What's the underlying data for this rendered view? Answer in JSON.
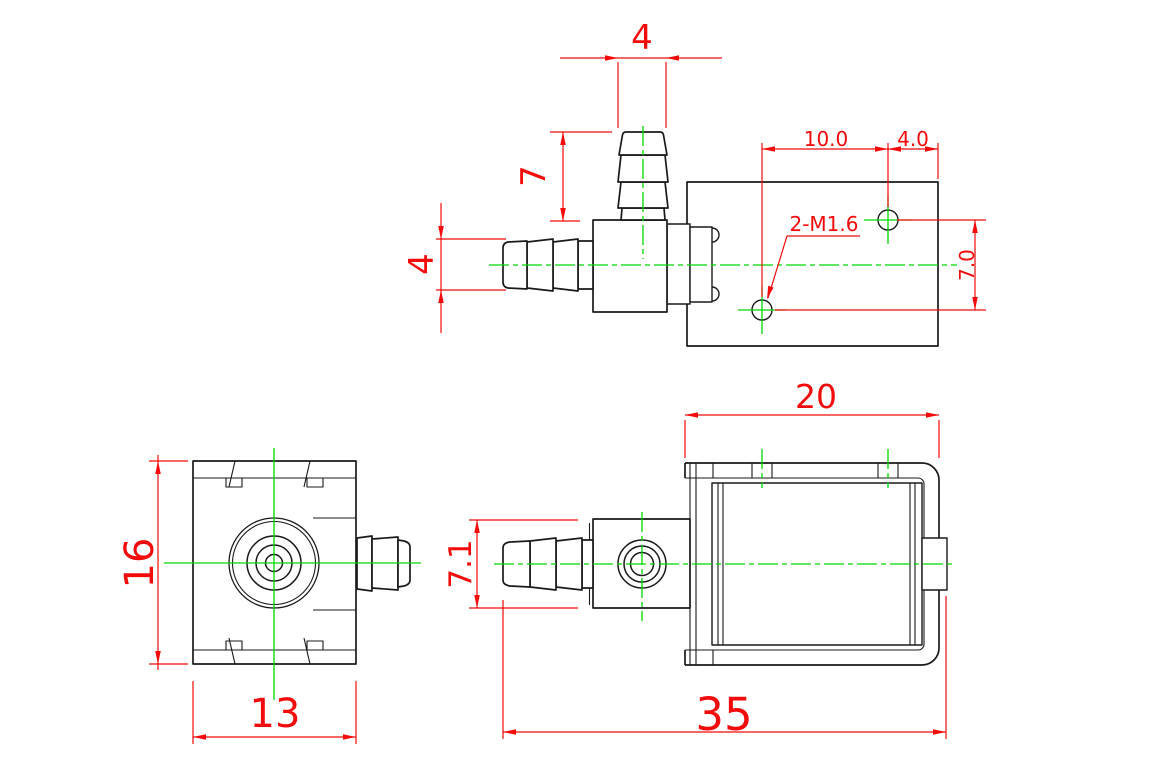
{
  "drawing": {
    "colors": {
      "outline": "#1a1a1a",
      "dimension": "#f30b0b",
      "centerline": "#00d800",
      "background": "#ffffff"
    },
    "top_view": {
      "dim_barb_od": "4",
      "dim_barb_length": "7",
      "dim_side_barb_od": "4",
      "dim_hole_pitch_x": "10.0",
      "dim_hole_edge_offset": "4.0",
      "dim_hole_pitch_y": "7.0",
      "thread_note": "2-M1.6"
    },
    "front_view": {
      "dim_height": "16",
      "dim_width": "13"
    },
    "side_view": {
      "dim_bracket_width": "20",
      "dim_valve_height": "7.1",
      "dim_overall_length": "35"
    }
  }
}
